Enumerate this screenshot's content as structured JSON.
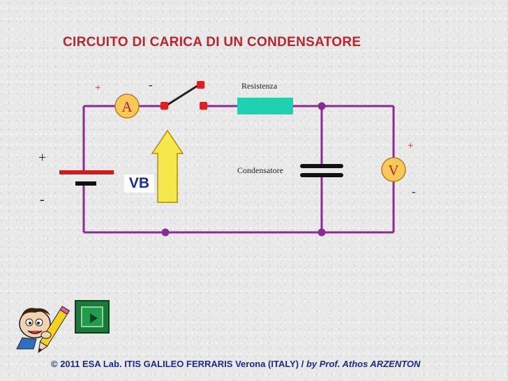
{
  "title": "CIRCUITO DI CARICA DI UN CONDENSATORE",
  "labels": {
    "resistenza": "Resistenza",
    "condensatore": "Condensatore",
    "ammeter": "A",
    "voltmeter": "V",
    "vb": "VB"
  },
  "signs": {
    "battery_plus": "+",
    "battery_minus": "-",
    "ammeter_plus": "+",
    "ammeter_minus": "-",
    "voltmeter_plus": "+",
    "voltmeter_minus": "-"
  },
  "footer": {
    "main": "© 2011  ESA Lab. ITIS GALILEO FERRARIS  Verona (ITALY) / ",
    "author": "by Prof. Athos ARZENTON"
  },
  "colors": {
    "wire": "#8b2a96",
    "node": "#8b2a96",
    "switch_contact": "#e02020",
    "resistor": "#1fd1b0",
    "meter_fill": "#f7c85a",
    "meter_border": "#c07a1a",
    "meter_text": "#c0232a",
    "arrow_fill": "#f5e84a",
    "arrow_stroke": "#b08a10",
    "title": "#c0232a",
    "footer": "#1a2a9a"
  },
  "icons": {
    "play_button": "play-icon",
    "mascot": "pencil-mascot-icon"
  }
}
